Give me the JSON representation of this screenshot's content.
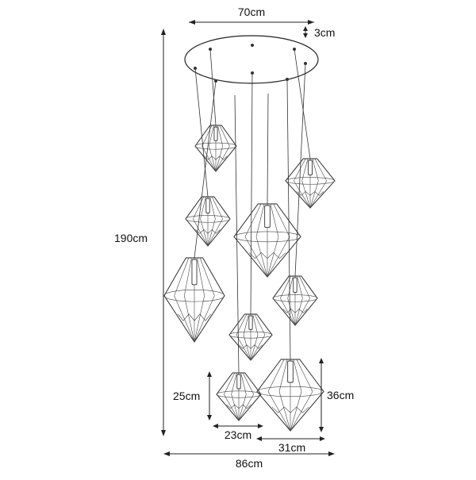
{
  "diagram": {
    "labels": {
      "plate_width": "70cm",
      "plate_thickness": "3cm",
      "total_height": "190cm",
      "total_width": "86cm",
      "small_height": "25cm",
      "small_width": "23cm",
      "large_height": "36cm",
      "large_width": "31cm"
    },
    "line_color": "#222222",
    "background": "#ffffff",
    "pendant_count": 9
  }
}
